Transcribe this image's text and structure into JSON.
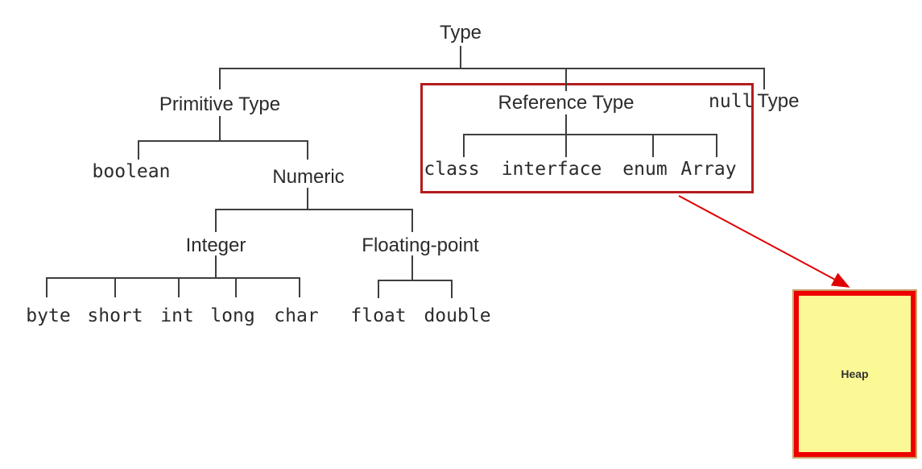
{
  "tree": {
    "root_label": "Type",
    "primitive": {
      "label": "Primitive Type",
      "boolean_label": "boolean",
      "numeric": {
        "label": "Numeric",
        "integer": {
          "label": "Integer",
          "leaves": [
            "byte",
            "short",
            "int",
            "long",
            "char"
          ]
        },
        "floating": {
          "label": "Floating-point",
          "leaves": [
            "float",
            "double"
          ]
        }
      }
    },
    "reference": {
      "label": "Reference Type",
      "leaves": [
        "class",
        "interface",
        "enum",
        "Array"
      ]
    },
    "null_type": {
      "keyword": "null",
      "suffix": "Type"
    }
  },
  "heap": {
    "label": "Heap"
  },
  "colors": {
    "connector_line": "#3e3e3e",
    "text": "#2b2b2b",
    "highlight_box_red": "#b41c1c",
    "arrow_red": "#e00000",
    "heap_border_red": "#ee0000",
    "heap_fill_yellow": "#fbf996",
    "heap_outer_edge_tan": "#c9a36a"
  }
}
